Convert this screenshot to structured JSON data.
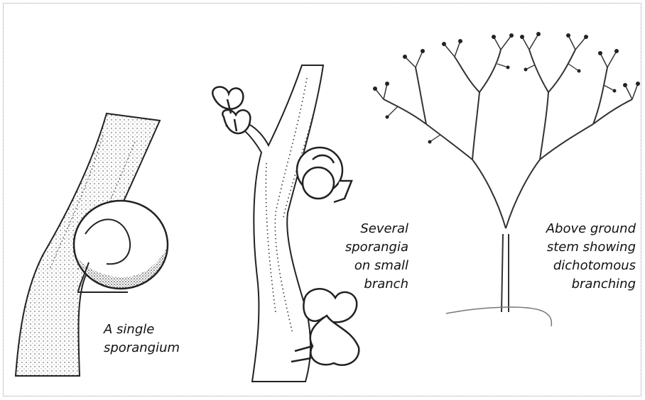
{
  "figure": {
    "panels": [
      {
        "id": "single",
        "caption": "A single\nsporangium"
      },
      {
        "id": "several",
        "caption": "Several\nsporangia\non small\nbranch"
      },
      {
        "id": "stem",
        "caption": "Above ground\nstem showing\ndichotomous\nbranching"
      }
    ]
  }
}
